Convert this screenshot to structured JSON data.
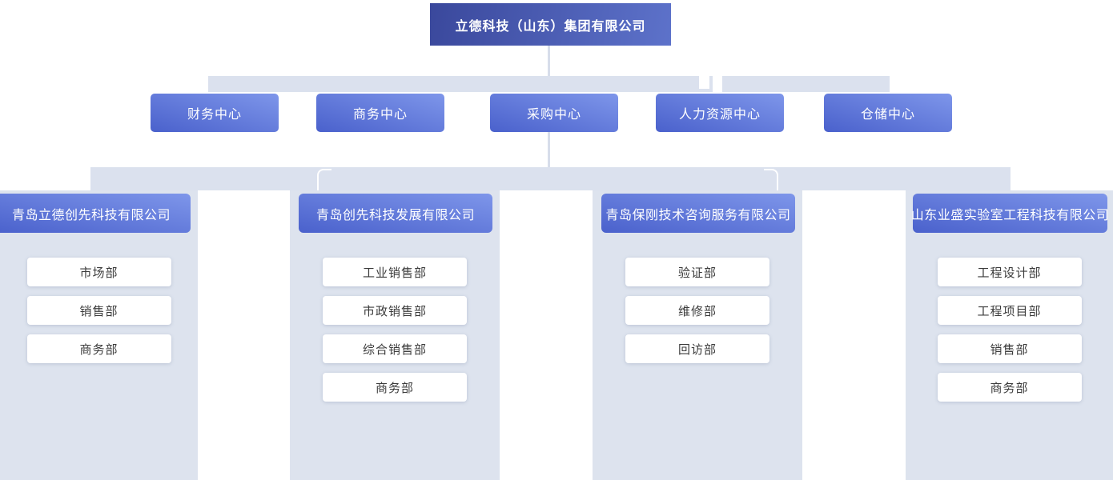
{
  "org": {
    "root": {
      "label": "立德科技（山东）集团有限公司"
    },
    "centers": [
      {
        "label": "财务中心"
      },
      {
        "label": "商务中心"
      },
      {
        "label": "采购中心"
      },
      {
        "label": "人力资源中心"
      },
      {
        "label": "仓储中心"
      }
    ],
    "subsidiaries": [
      {
        "name": "青岛立德创先科技有限公司",
        "departments": [
          "市场部",
          "销售部",
          "商务部"
        ]
      },
      {
        "name": "青岛创先科技发展有限公司",
        "departments": [
          "工业销售部",
          "市政销售部",
          "综合销售部",
          "商务部"
        ]
      },
      {
        "name": "青岛保刚技术咨询服务有限公司",
        "departments": [
          "验证部",
          "维修部",
          "回访部"
        ]
      },
      {
        "name": "山东业盛实验室工程科技有限公司",
        "departments": [
          "工程设计部",
          "工程项目部",
          "销售部",
          "商务部"
        ]
      }
    ]
  },
  "colors": {
    "root_gradient_start": "#3a489c",
    "root_gradient_end": "#5d72ca",
    "node_gradient_start": "#4a61cc",
    "node_gradient_end": "#7e96ea",
    "band": "#dbe1ee",
    "column_background": "#dde3ee",
    "connector_line": "#d7ddea",
    "department_text": "#3b3b3b"
  }
}
